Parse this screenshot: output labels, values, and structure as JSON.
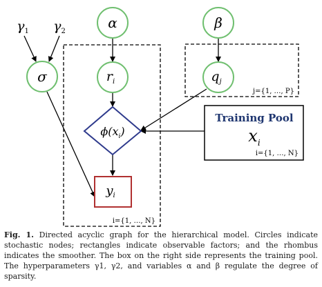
{
  "nodes": {
    "gamma1": {
      "main": "γ",
      "sub": "1"
    },
    "gamma2": {
      "main": "γ",
      "sub": "2"
    },
    "sigma": {
      "main": "σ"
    },
    "alpha": {
      "main": "α"
    },
    "beta": {
      "main": "β"
    },
    "r": {
      "main": "r",
      "sub": "i"
    },
    "q": {
      "main": "q",
      "sub": "j"
    },
    "phi": {
      "main": "ϕ(x",
      "sub": "i",
      "close": ")"
    },
    "y": {
      "main": "y",
      "sub": "i"
    }
  },
  "plates": {
    "outer": "i={1, …, N}",
    "beta": "j={1, …, P}",
    "pool": "i={1, …, N}"
  },
  "training_pool": {
    "title": "Training Pool",
    "var_main": "x",
    "var_sub": "i"
  },
  "colors": {
    "circle_stroke": "#6fbf6f",
    "rhombus_stroke": "#2e3a8c",
    "rect_stroke": "#b03030",
    "pool_title": "#1f3670",
    "edge": "#000000"
  },
  "caption": {
    "label": "Fig. 1.",
    "text": " Directed acyclic graph for the hierarchical model. Circles indicate stochastic nodes; rectangles indicate observable factors; and the rhombus indicates the smoother. The box on the right side represents the training pool. The hyperparameters γ1, γ2, and variables α and β regulate the degree of sparsity."
  }
}
